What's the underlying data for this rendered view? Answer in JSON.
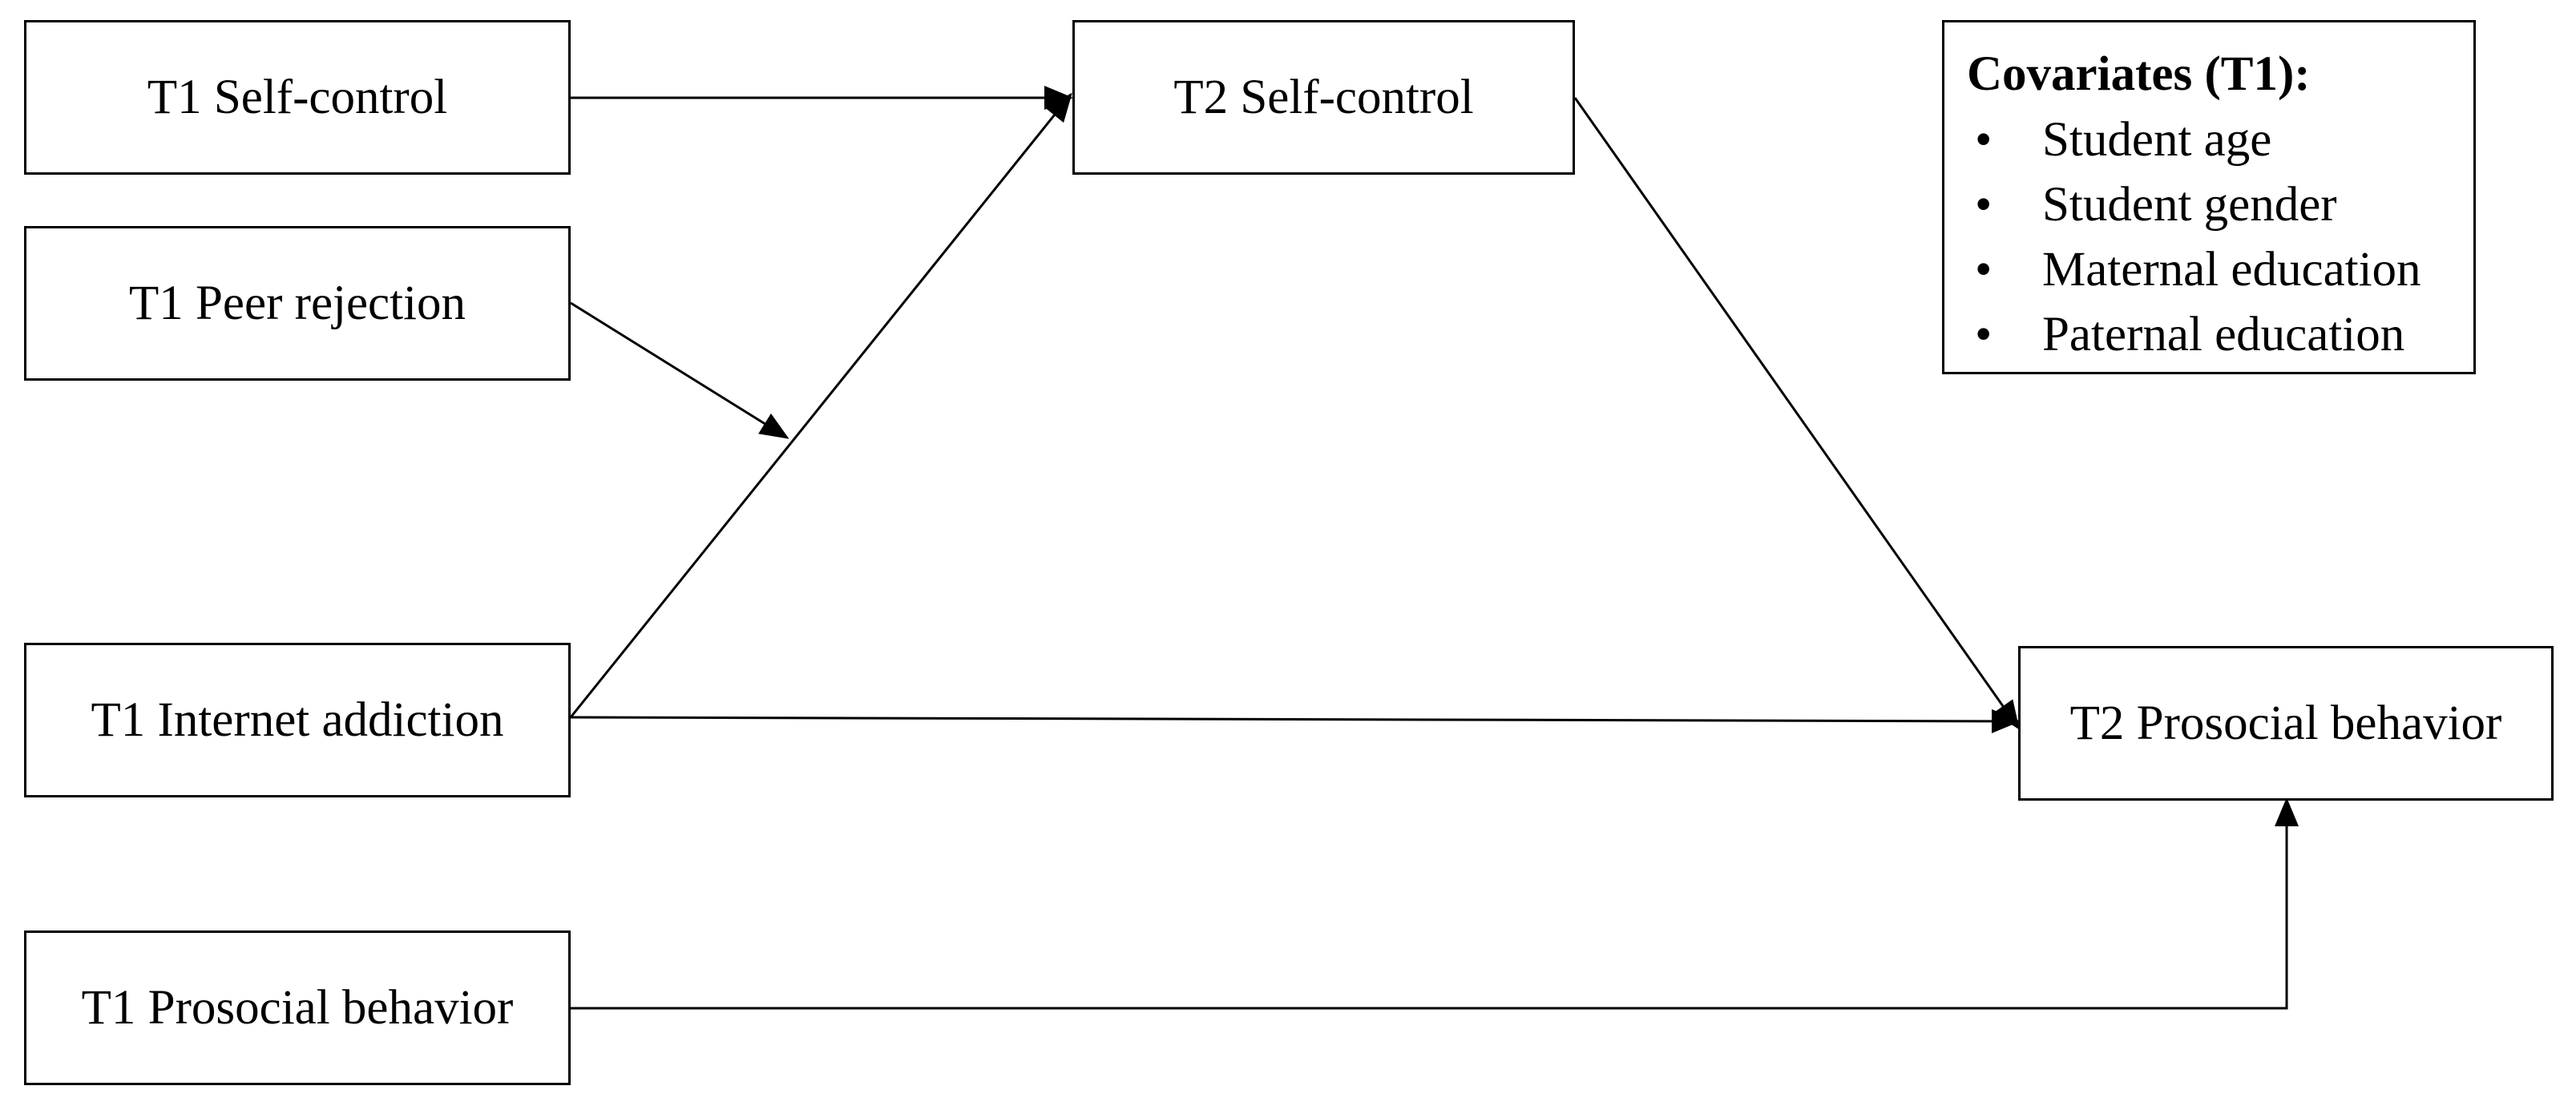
{
  "nodes": {
    "t1_self_control": "T1 Self-control",
    "t1_peer_rejection": "T1 Peer rejection",
    "t1_internet_addiction": "T1 Internet addiction",
    "t1_prosocial_behavior": "T1 Prosocial behavior",
    "t2_self_control": "T2 Self-control",
    "t2_prosocial_behavior": "T2 Prosocial behavior"
  },
  "covariates": {
    "title": "Covariates (T1):",
    "bullet": "•",
    "items": [
      "Student age",
      "Student gender",
      "Maternal education",
      "Paternal education"
    ]
  },
  "edges": [
    {
      "from": "T1 Self-control",
      "to": "T2 Self-control"
    },
    {
      "from": "T1 Internet addiction",
      "to": "T2 Self-control"
    },
    {
      "from": "T1 Peer rejection",
      "to": "T1 Internet addiction → T2 Self-control path"
    },
    {
      "from": "T2 Self-control",
      "to": "T2 Prosocial behavior"
    },
    {
      "from": "T1 Internet addiction",
      "to": "T2 Prosocial behavior"
    },
    {
      "from": "T1 Prosocial behavior",
      "to": "T2 Prosocial behavior"
    }
  ]
}
